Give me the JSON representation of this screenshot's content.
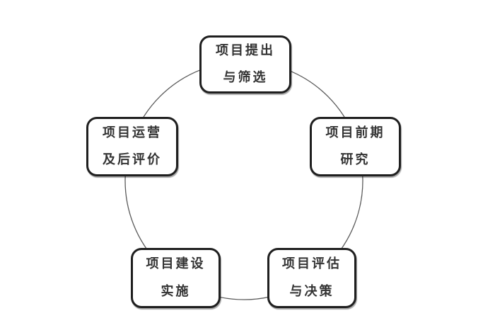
{
  "diagram": {
    "nodes": [
      {
        "position": "top",
        "line1": "项目提出",
        "line2": "与筛选"
      },
      {
        "position": "right",
        "line1": "项目前期",
        "line2": "研究"
      },
      {
        "position": "bottom-right",
        "line1": "项目评估",
        "line2": "与决策"
      },
      {
        "position": "bottom-left",
        "line1": "项目建设",
        "line2": "实施"
      },
      {
        "position": "left",
        "line1": "项目运营",
        "line2": "及后评价"
      }
    ],
    "colors": {
      "background": "#ffffff",
      "box_fill": "#ffffff",
      "box_border": "#1f1f1f",
      "circle_stroke": "#5a5a5a",
      "text": "#333333"
    }
  }
}
